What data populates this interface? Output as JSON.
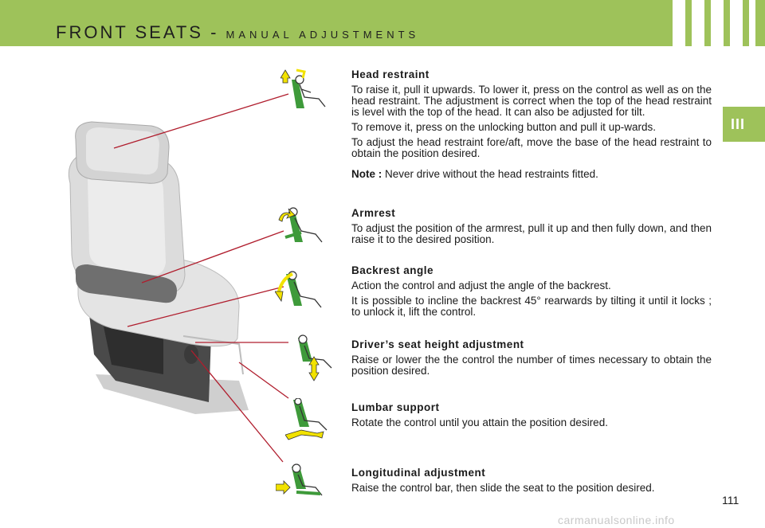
{
  "header": {
    "title": "FRONT SEATS -",
    "subtitle": "MANUAL ADJUSTMENTS"
  },
  "chapter_tab": "III",
  "sections": [
    {
      "heading": "Head restraint",
      "paragraphs": [
        "To raise it, pull it upwards. To lower it, press on the control as well as on the head restraint. The adjustment is correct when the top of the head restraint is level with the top of the head. It can also be adjusted for tilt.",
        "To remove it, press on the unlocking button and pull it up-wards.",
        "To adjust the head restraint fore/aft, move the base of the head restraint to obtain the position desired."
      ],
      "note_label": "Note :",
      "note_text": "Never drive without the head restraints fitted."
    },
    {
      "heading": "Armrest",
      "paragraphs": [
        "To adjust the position of the armrest, pull it up and then fully down, and then raise it to the desired position."
      ]
    },
    {
      "heading": "Backrest angle",
      "paragraphs": [
        "Action the control and adjust the angle of the backrest.",
        "It is possible to incline the backrest 45° rearwards by tilting it until it locks ; to unlock it, lift the control."
      ]
    },
    {
      "heading": "Driver’s seat height adjustment",
      "paragraphs": [
        "Raise or lower the the control the number of times necessary to obtain the position desired."
      ]
    },
    {
      "heading": "Lumbar support",
      "paragraphs": [
        "Rotate the control until you attain the position desired."
      ]
    },
    {
      "heading": "Longitudinal adjustment",
      "paragraphs": [
        "Raise the control bar, then slide the seat to the position desired."
      ]
    }
  ],
  "page_number": "111",
  "watermark": "carmanualsonline.info",
  "colors": {
    "header_green": "#9ec25a",
    "callout_red": "#b01d2d",
    "icon_green": "#3e9a3a",
    "arrow_yellow": "#f2e200"
  }
}
